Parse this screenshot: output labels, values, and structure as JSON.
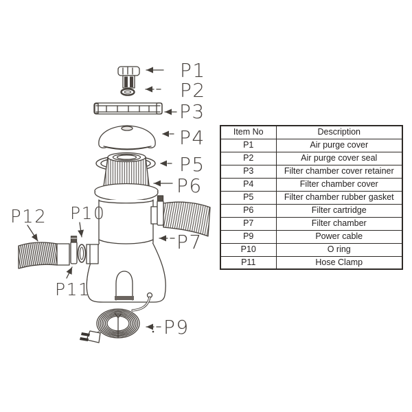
{
  "colors": {
    "background": "#ffffff",
    "ink": "#45403b",
    "table_border": "#2d2926",
    "text": "#232020"
  },
  "diagram": {
    "description": "Exploded parts view of pool filter pump",
    "callouts": {
      "p1": "P1",
      "p2": "P2",
      "p3": "P3",
      "p4": "P4",
      "p5": "P5",
      "p6": "P6",
      "p7": "P7",
      "p9": "P9",
      "p10": "P10",
      "p11": "P11",
      "p12": "P12"
    }
  },
  "table": {
    "headers": {
      "item": "Item No",
      "desc": "Description"
    },
    "rows": [
      {
        "item": "P1",
        "desc": "Air purge cover"
      },
      {
        "item": "P2",
        "desc": "Air purge cover seal"
      },
      {
        "item": "P3",
        "desc": "Filter chamber cover retainer"
      },
      {
        "item": "P4",
        "desc": "Filter chamber cover"
      },
      {
        "item": "P5",
        "desc": "Filter chamber rubber gasket"
      },
      {
        "item": "P6",
        "desc": "Filter cartridge"
      },
      {
        "item": "P7",
        "desc": "Filter chamber"
      },
      {
        "item": "P9",
        "desc": "Power cable"
      },
      {
        "item": "P10",
        "desc": "O ring"
      },
      {
        "item": "P11",
        "desc": "Hose Clamp"
      }
    ]
  }
}
